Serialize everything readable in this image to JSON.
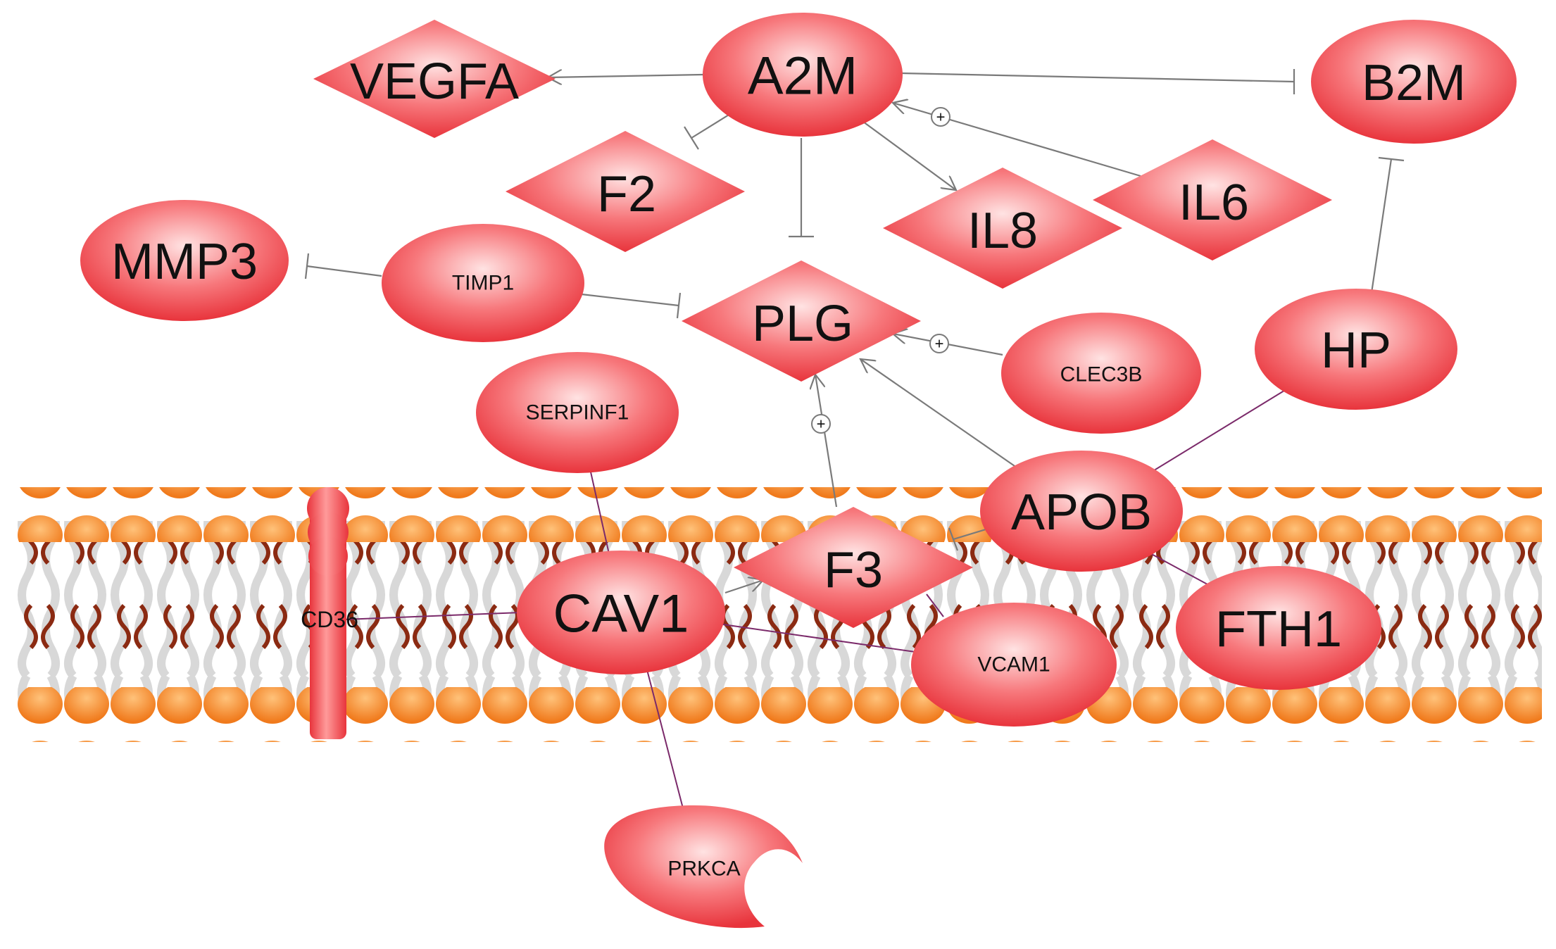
{
  "diagram": {
    "colors": {
      "node_light": "#ffd9d9",
      "node_dark": "#e8343c",
      "membrane_head": "#f4862a",
      "membrane_tail": "#8b2a12",
      "inhibit_edge": "#7a7a7a",
      "binding_edge": "#7b2a6a"
    },
    "nodes": {
      "vegfa": "VEGFA",
      "a2m": "A2M",
      "b2m": "B2M",
      "f2": "F2",
      "il8": "IL8",
      "il6": "IL6",
      "mmp3": "MMP3",
      "timp1": "TIMP1",
      "plg": "PLG",
      "clec3b": "CLEC3B",
      "hp": "HP",
      "serpinf1": "SERPINF1",
      "apob": "APOB",
      "cd36": "CD36",
      "cav1": "CAV1",
      "f3": "F3",
      "vcam1": "VCAM1",
      "fth1": "FTH1",
      "prkca": "PRKCA"
    },
    "plus_symbol": "+"
  }
}
